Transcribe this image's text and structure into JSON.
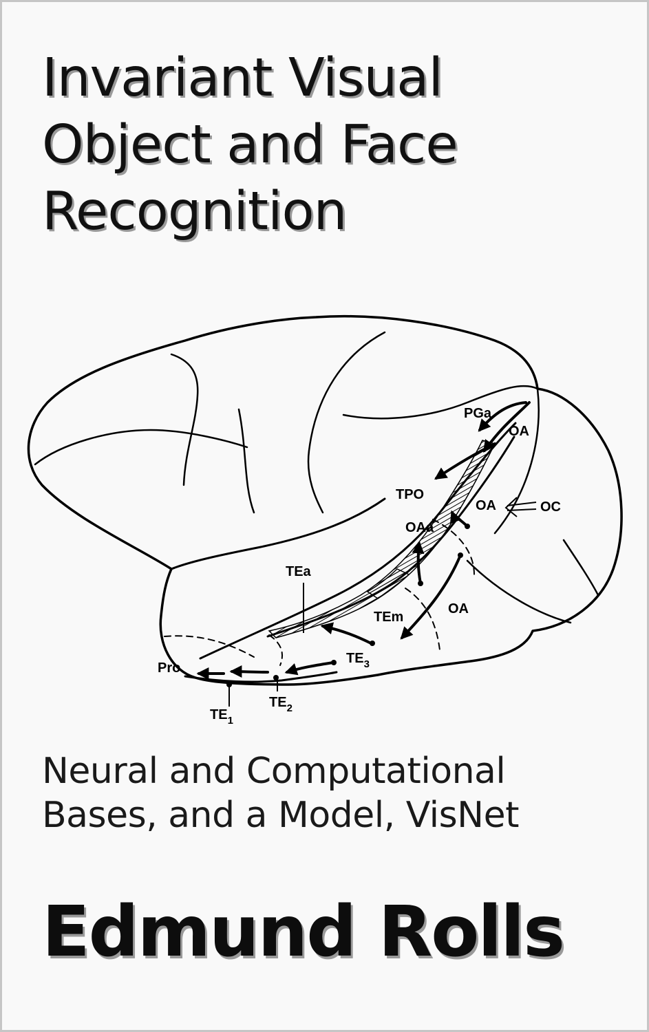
{
  "cover": {
    "title_lines": [
      "Invariant Visual",
      "Object and Face",
      "Recognition"
    ],
    "subtitle_lines": [
      "Neural and Computational",
      "Bases, and a Model, VisNet"
    ],
    "author": "Edmund Rolls",
    "colors": {
      "text": "#111111",
      "shadow": "#9a9a9a",
      "background": "#f9f9f9",
      "border": "#c6c6c6"
    }
  },
  "figure": {
    "labels": {
      "pga": "PGa",
      "oa_top": "OA",
      "tpo": "TPO",
      "oa_mid": "OA",
      "oc": "OC",
      "oaa": "OAa",
      "tea": "TEa",
      "tem": "TEm",
      "oa_low": "OA",
      "te3": "TE",
      "te3_sub": "3",
      "pro": "Pro",
      "te2": "TE",
      "te2_sub": "2",
      "te1": "TE",
      "te1_sub": "1"
    }
  }
}
